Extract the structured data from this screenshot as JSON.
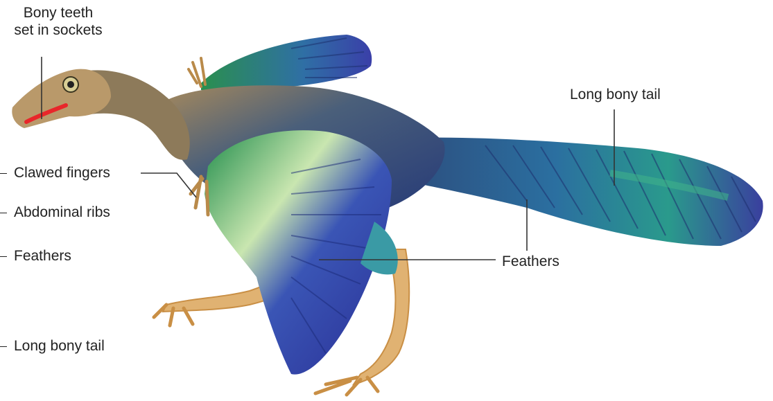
{
  "labels": {
    "teeth_line1": "Bony teeth",
    "teeth_line2": "set in sockets",
    "long_bony_tail_right": "Long bony tail",
    "clawed_fingers": "Clawed fingers",
    "abdominal_ribs": "Abdominal ribs",
    "feathers_left": "Feathers",
    "feathers_right": "Feathers",
    "long_bony_tail_left": "Long bony tail"
  },
  "colors": {
    "text": "#222222",
    "leader_line": "#333333",
    "teeth_highlight": "#e8262a",
    "feather_blue": "#2c3e9e",
    "feather_green": "#1f8a4c",
    "feather_teal": "#2a8f8f",
    "skin": "#b99a6a",
    "legs": "#d9a760"
  }
}
